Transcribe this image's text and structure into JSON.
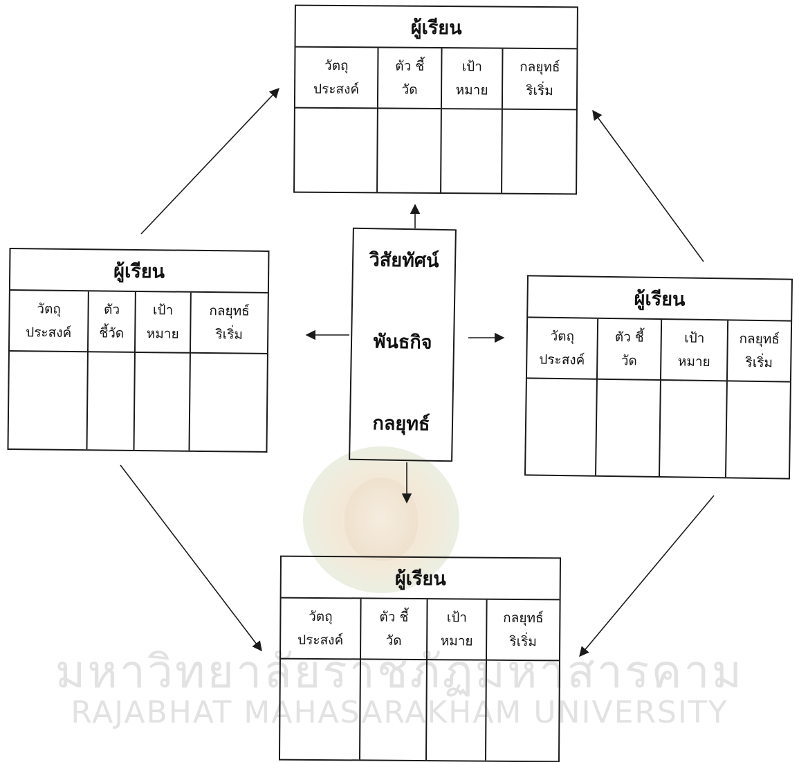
{
  "watermark": {
    "text_th": "มหาวิทยาลัยราชภัฏมหาสารคาม",
    "text_en": "RAJABHAT MAHASARAKHAM UNIVERSITY"
  },
  "center": {
    "line1": "วิสัยทัศน์",
    "line2": "พันธกิจ",
    "line3": "กลยุทธ์"
  },
  "tables": [
    {
      "id": "top",
      "header": "ผู้เรียน",
      "columns": [
        {
          "l1": "วัตถุ",
          "l2": "ประสงค์"
        },
        {
          "l1": "ตัว ชี้",
          "l2": "วัด"
        },
        {
          "l1": "เป้า",
          "l2": "หมาย"
        },
        {
          "l1": "กลยุทธ์",
          "l2": "ริเริ่ม"
        }
      ]
    },
    {
      "id": "left",
      "header": "ผู้เรียน",
      "columns": [
        {
          "l1": "วัตถุ",
          "l2": "ประสงค์"
        },
        {
          "l1": "ตัว",
          "l2": "ชี้วัด"
        },
        {
          "l1": "เป้า",
          "l2": "หมาย"
        },
        {
          "l1": "กลยุทธ์",
          "l2": "ริเริ่ม"
        }
      ]
    },
    {
      "id": "right",
      "header": "ผู้เรียน",
      "columns": [
        {
          "l1": "วัตถุ",
          "l2": "ประสงค์"
        },
        {
          "l1": "ตัว ชี้",
          "l2": "วัด"
        },
        {
          "l1": "เป้า",
          "l2": "หมาย"
        },
        {
          "l1": "กลยุทธ์",
          "l2": "ริเริ่ม"
        }
      ]
    },
    {
      "id": "bottom",
      "header": "ผู้เรียน",
      "columns": [
        {
          "l1": "วัตถุ",
          "l2": "ประสงค์"
        },
        {
          "l1": "ตัว ชี้",
          "l2": "วัด"
        },
        {
          "l1": "เป้า",
          "l2": "หมาย"
        },
        {
          "l1": "กลยุทธ์",
          "l2": "ริเริ่ม"
        }
      ]
    }
  ]
}
